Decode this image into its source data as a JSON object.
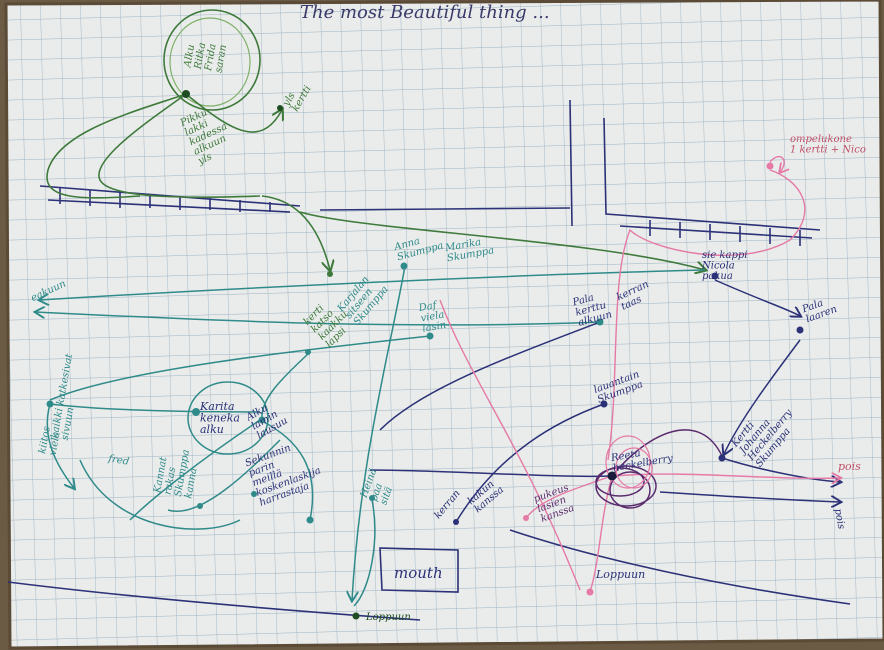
{
  "title": "The most Beautiful thing ...",
  "box_label": "mouth",
  "colors": {
    "paper": "#e9ecea",
    "grid": "#9db2c4",
    "green": "#3f7a3c",
    "teal": "#2f8a8a",
    "navy": "#2c3178",
    "purple": "#5b2b6e",
    "pink": "#e57aa6"
  },
  "labels": {
    "top_group": "Alku\nRitka\nFrida\nsaran",
    "pikku": "Pikku\nlakki\nkadessa\nalkuun\nyls",
    "yls": "yls\nkertti",
    "ompelukone": "ompelukone\n1 kertti + Nico",
    "sie_kappi": "sie kappi\nNicola\npakua",
    "pala_laaren": "Pala\nlaaren",
    "eakuun": "eakuun",
    "anna": "Anna\nSkumppa",
    "marika": "Marika\nSkumppa",
    "kerti_katso": "kerti\nkatso\nkaakku\nlapsi",
    "daf": "Daf\nviela\nlasin",
    "pala_kerttu": "Pala\nkerttu\nalkuun",
    "kerran_taas": "kerran\ntaas",
    "karjalan": "Karjalan\nsitseen\nSkumppa",
    "kaikki_katkesivat": "kaikki katkesivat\nsivuun",
    "karita": "Karita\nkeneka\nalku",
    "alku_lamin": "Alku\nlamin\nlausuu",
    "lauantain": "lauantain\nSkumppa",
    "katti_heckelberry": "Kertti\nJohanna\nHeckelberry\nSkumppa",
    "reetu": "Reetu\nheckelberry",
    "fred": "fred",
    "kiitos": "kiitos\nviela",
    "kannat": "Kannat\nrakas\nSkumppa\nkanna",
    "sekunnin": "Sekunnin\nparin\nmeillä\nkoskenlaskija\nharrastaja",
    "heina": "Heinä\npaa\nsitä",
    "kerran": "kerran",
    "kakun": "kakun\nkanssa",
    "pukeus": "pukeus\nlasien\nkanssa",
    "pois_top": "pois",
    "pois_bottom": "pois",
    "loppuun_right": "Loppuun",
    "loppuun_bottom": "Loppuun"
  }
}
